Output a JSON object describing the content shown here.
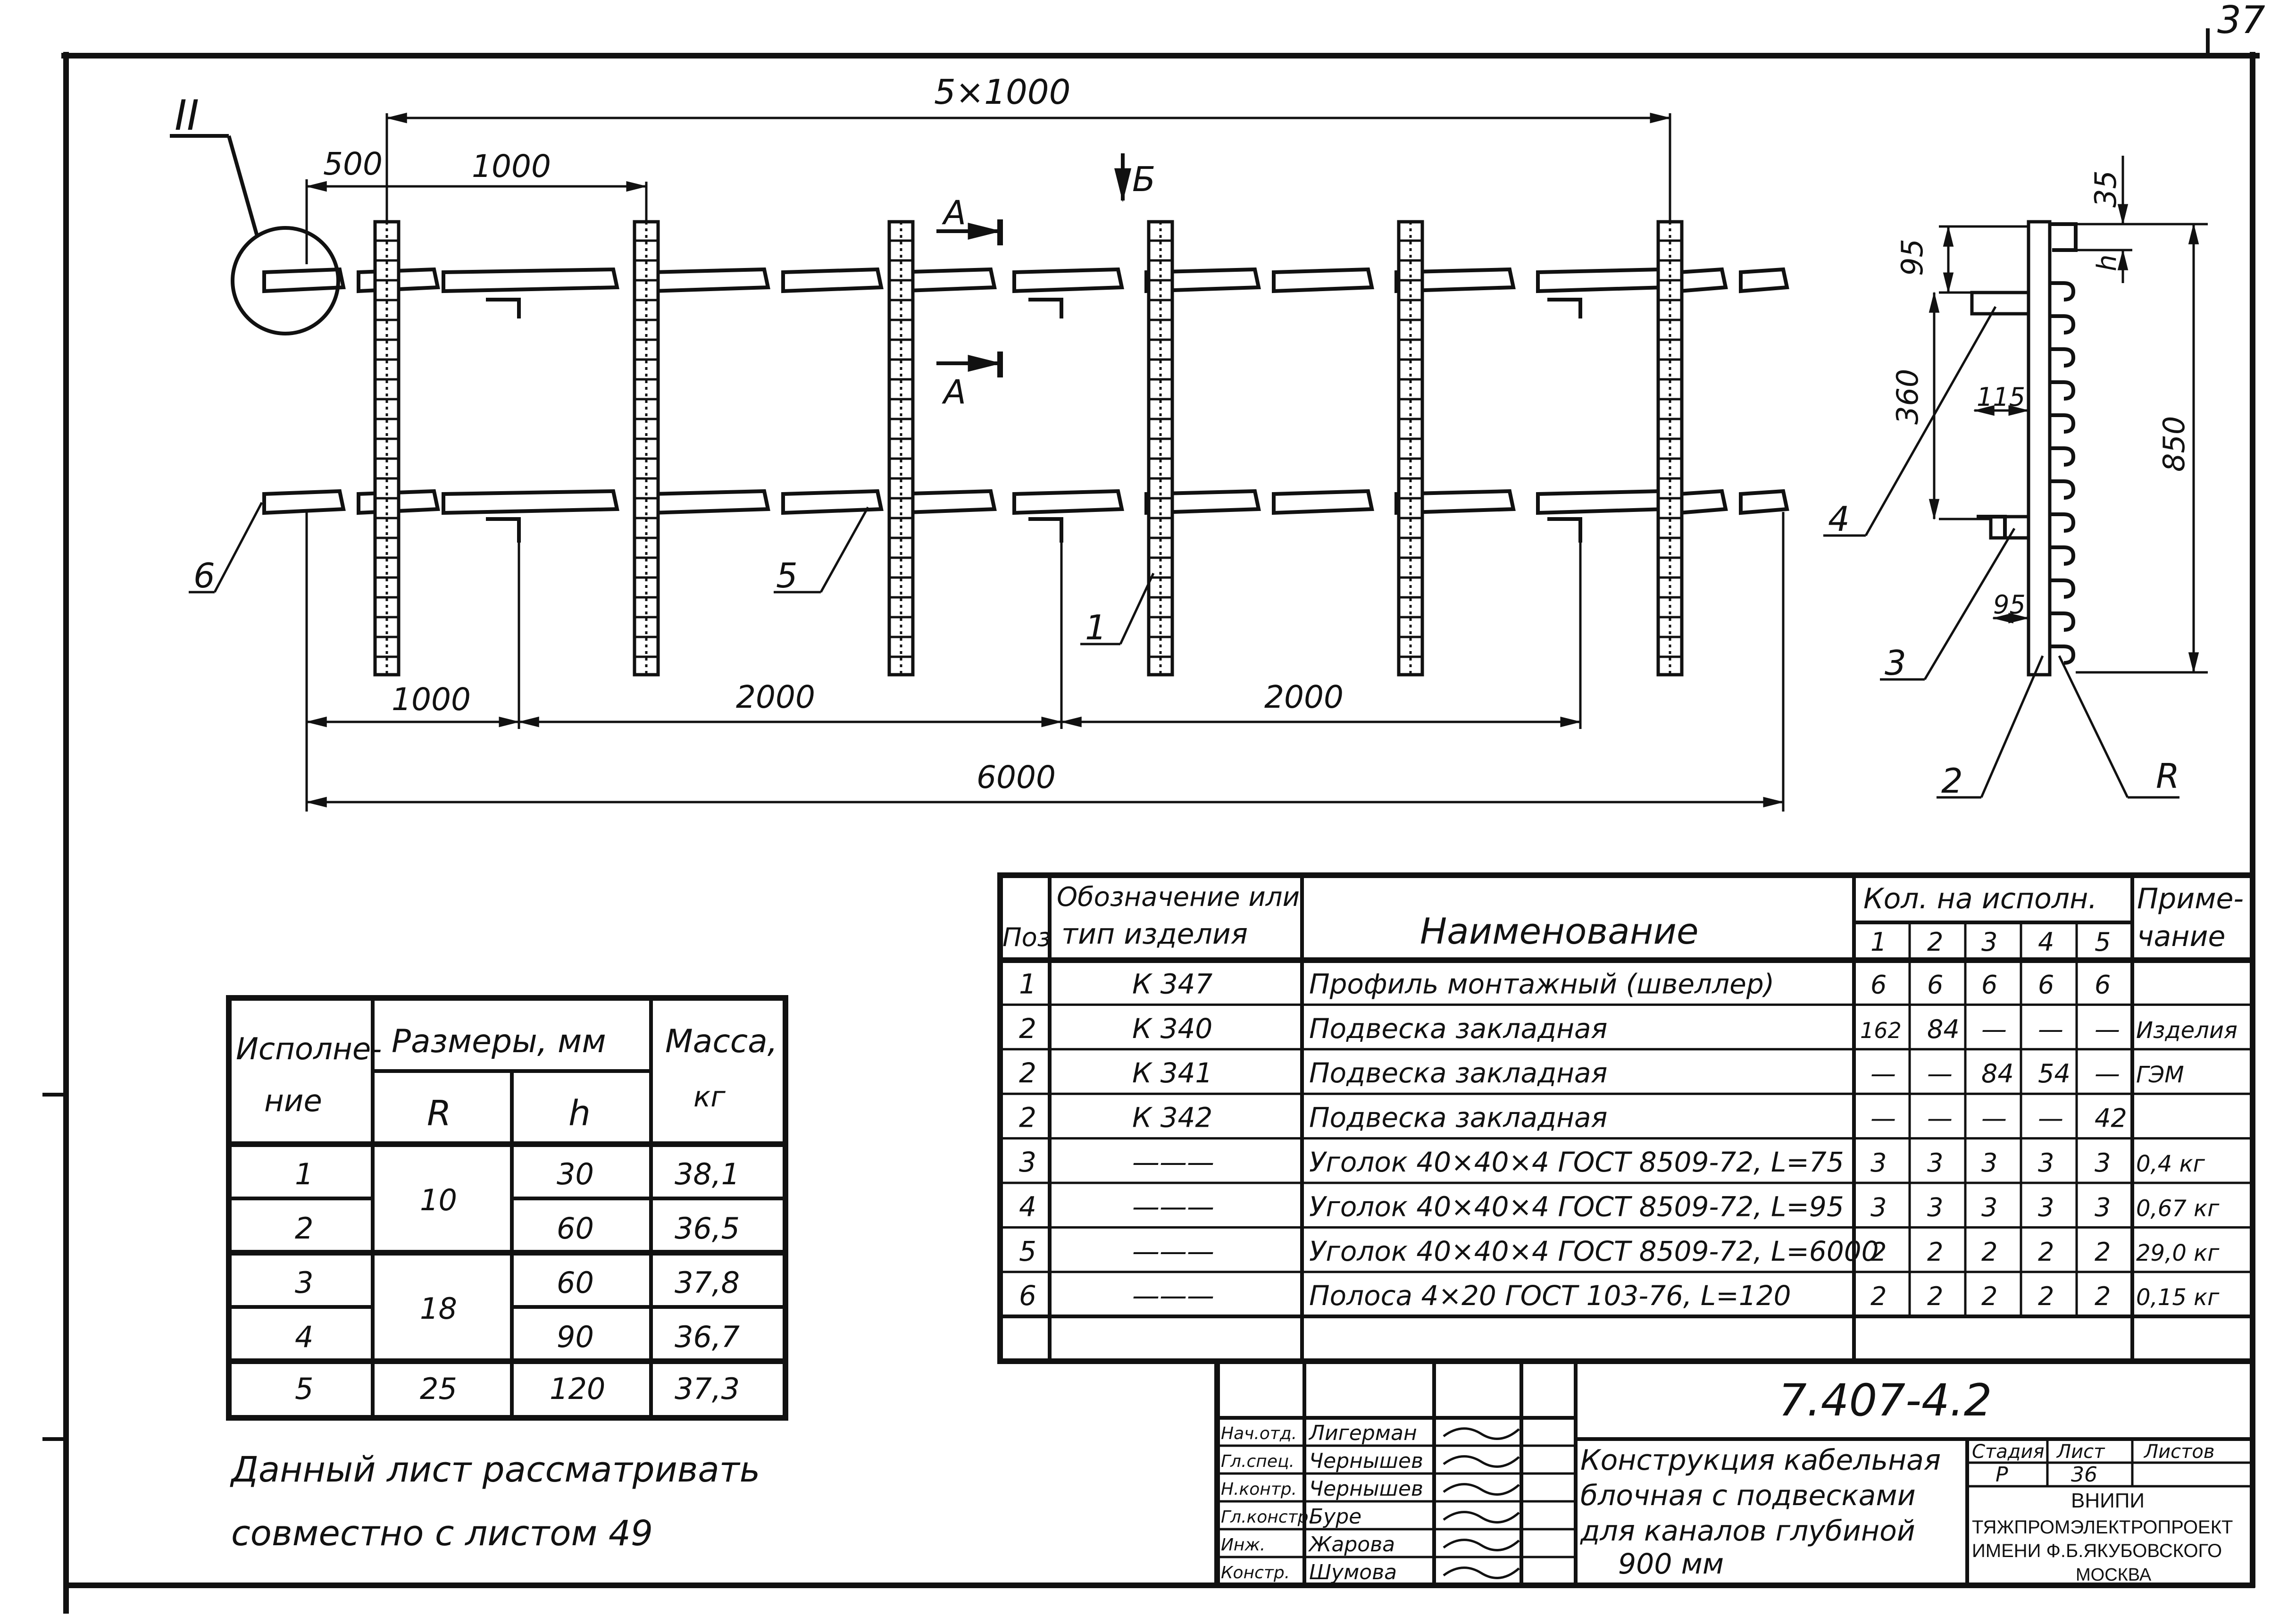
{
  "sheet": {
    "page_number": "37",
    "note_line1": "Данный лист рассматривать",
    "note_line2": "совместно с листом 49"
  },
  "dimensions": {
    "top_total": "5×1000",
    "top_500": "500",
    "top_1000": "1000",
    "bottom_1000": "1000",
    "bottom_2000a": "2000",
    "bottom_2000b": "2000",
    "bottom_6000": "6000",
    "side_35": "35",
    "side_95": "95",
    "side_h": "h",
    "side_360": "360",
    "side_115": "115",
    "side_850": "850",
    "side_95b": "95",
    "side_R": "R"
  },
  "callouts": {
    "node": "II",
    "section_a": "А",
    "view_b": "Б",
    "pos_1": "1",
    "pos_2": "2",
    "pos_3": "3",
    "pos_4": "4",
    "pos_5": "5",
    "pos_6": "6"
  },
  "sizes_table": {
    "head_variant_1": "Исполне-",
    "head_variant_2": "ние",
    "head_sizes": "Размеры, мм",
    "head_mass_1": "Масса,",
    "head_mass_2": "кг",
    "head_R": "R",
    "head_h": "h",
    "rows": [
      {
        "variant": "1",
        "R": "10",
        "h": "30",
        "mass": "38,1"
      },
      {
        "variant": "2",
        "R": "",
        "h": "60",
        "mass": "36,5"
      },
      {
        "variant": "3",
        "R": "18",
        "h": "60",
        "mass": "37,8"
      },
      {
        "variant": "4",
        "R": "",
        "h": "90",
        "mass": "36,7"
      },
      {
        "variant": "5",
        "R": "25",
        "h": "120",
        "mass": "37,3"
      }
    ]
  },
  "spec_table": {
    "head_pos": "Поз",
    "head_desig_1": "Обозначение или",
    "head_desig_2": "тип изделия",
    "head_name": "Наименование",
    "head_qty": "Кол. на исполн.",
    "qty_cols": [
      "1",
      "2",
      "3",
      "4",
      "5"
    ],
    "head_note_1": "Приме-",
    "head_note_2": "чание",
    "rows": [
      {
        "pos": "1",
        "desig": "К 347",
        "name": "Профиль монтажный (швеллер)",
        "q": [
          "6",
          "6",
          "6",
          "6",
          "6"
        ],
        "note": ""
      },
      {
        "pos": "2",
        "desig": "К 340",
        "name": "Подвеска закладная",
        "q": [
          "162",
          "84",
          "—",
          "—",
          "—"
        ],
        "note": "Изделия"
      },
      {
        "pos": "2",
        "desig": "К 341",
        "name": "Подвеска закладная",
        "q": [
          "—",
          "—",
          "84",
          "54",
          "—"
        ],
        "note": "ГЭМ"
      },
      {
        "pos": "2",
        "desig": "К 342",
        "name": "Подвеска закладная",
        "q": [
          "—",
          "—",
          "—",
          "—",
          "42"
        ],
        "note": ""
      },
      {
        "pos": "3",
        "desig": "———",
        "name": "Уголок 40×40×4 ГОСТ 8509-72, L=75",
        "q": [
          "3",
          "3",
          "3",
          "3",
          "3"
        ],
        "note": "0,4 кг"
      },
      {
        "pos": "4",
        "desig": "———",
        "name": "Уголок 40×40×4 ГОСТ 8509-72, L=95",
        "q": [
          "3",
          "3",
          "3",
          "3",
          "3"
        ],
        "note": "0,67 кг"
      },
      {
        "pos": "5",
        "desig": "———",
        "name": "Уголок 40×40×4 ГОСТ 8509-72, L=6000",
        "q": [
          "2",
          "2",
          "2",
          "2",
          "2"
        ],
        "note": "29,0 кг"
      },
      {
        "pos": "6",
        "desig": "———",
        "name": "Полоса 4×20 ГОСТ 103-76, L=120",
        "q": [
          "2",
          "2",
          "2",
          "2",
          "2"
        ],
        "note": "0,15 кг"
      }
    ]
  },
  "title_block": {
    "doc_number": "7.407-4.2",
    "roles": [
      "Нач.отд.",
      "Гл.спец.",
      "Н.контр.",
      "Гл.констр.",
      "Инж.",
      "Констр."
    ],
    "names": [
      "Лигерман",
      "Чернышев",
      "Чернышев",
      "Буре",
      "Жарова",
      "Шумова"
    ],
    "title_1": "Конструкция кабельная",
    "title_2": "блочная с подвесками",
    "title_3": "для каналов глубиной",
    "title_4": "900 мм",
    "stage_label": "Стадия",
    "sheet_label": "Лист",
    "sheets_label": "Листов",
    "stage_value": "Р",
    "sheet_value": "36",
    "org_1": "ВНИПИ",
    "org_2": "ТЯЖПРОМЭЛЕКТРОПРОЕКТ",
    "org_3": "ИМЕНИ Ф.Б.ЯКУБОВСКОГО",
    "org_4": "МОСКВА"
  }
}
